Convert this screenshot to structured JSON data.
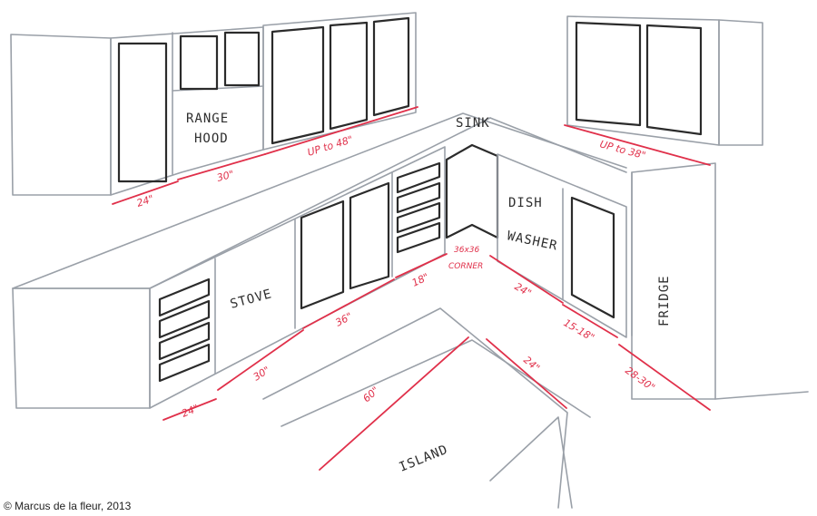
{
  "labels": {
    "range_hood": [
      "RANGE",
      "HOOD"
    ],
    "sink": "SINK",
    "dishwasher": [
      "DISH",
      "WASHER"
    ],
    "stove": "STOVE",
    "fridge": "FRIDGE",
    "island": "ISLAND",
    "corner": [
      "36x36",
      "CORNER"
    ]
  },
  "dimensions": {
    "upper_left_24": "24\"",
    "upper_30": "30\"",
    "upper_up_to_48": "UP to 48\"",
    "upper_right_up_to_38": "UP to 38\"",
    "base_24_left": "24\"",
    "base_30": "30\"",
    "base_36": "36\"",
    "base_18": "18\"",
    "base_24_right": "24\"",
    "base_15_18": "15-18\"",
    "base_28_30": "28-30\"",
    "island_60": "60\"",
    "island_24": "24\""
  },
  "colors": {
    "dimension": "#e0304a",
    "pencil": "#9aa0a8",
    "ink": "#2b2b2b"
  },
  "copyright": "© Marcus de la fleur, 2013"
}
